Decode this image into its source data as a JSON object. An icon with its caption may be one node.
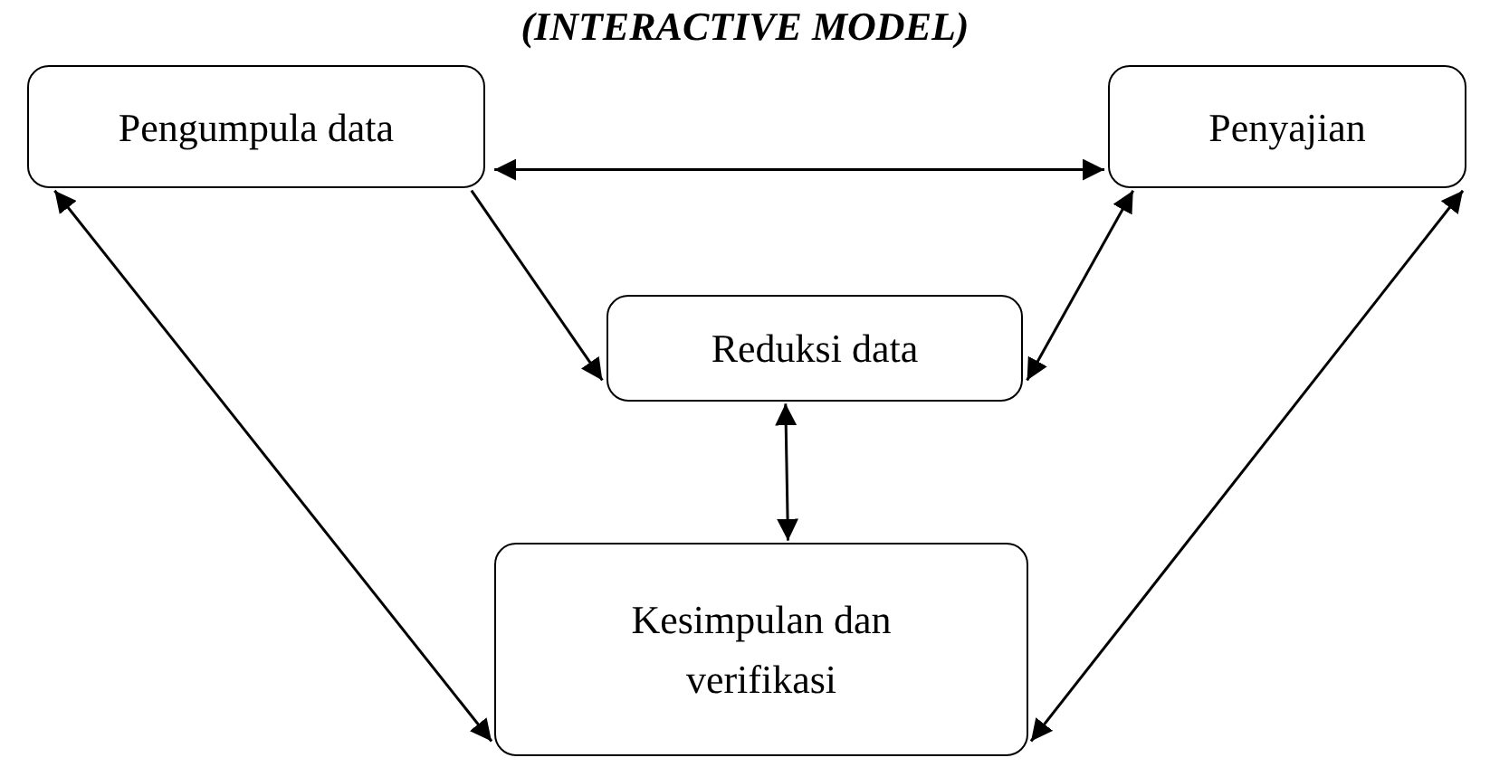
{
  "diagram": {
    "title": "(INTERACTIVE MODEL)",
    "nodes": [
      {
        "text": [
          "Pengumpula data"
        ]
      },
      {
        "text": [
          "Penyajian"
        ]
      },
      {
        "text": [
          "Reduksi data"
        ]
      },
      {
        "text": [
          "Kesimpulan dan verifikasi"
        ]
      }
    ],
    "edges": [
      {
        "from": 0,
        "to": 1,
        "arrow": "both"
      },
      {
        "from": 0,
        "to": 2,
        "arrow": "to"
      },
      {
        "from": 1,
        "to": 2,
        "arrow": "both"
      },
      {
        "from": 2,
        "to": 3,
        "arrow": "both"
      },
      {
        "from": 0,
        "to": 3,
        "arrow": "both"
      },
      {
        "from": 1,
        "to": 3,
        "arrow": "both"
      }
    ]
  }
}
